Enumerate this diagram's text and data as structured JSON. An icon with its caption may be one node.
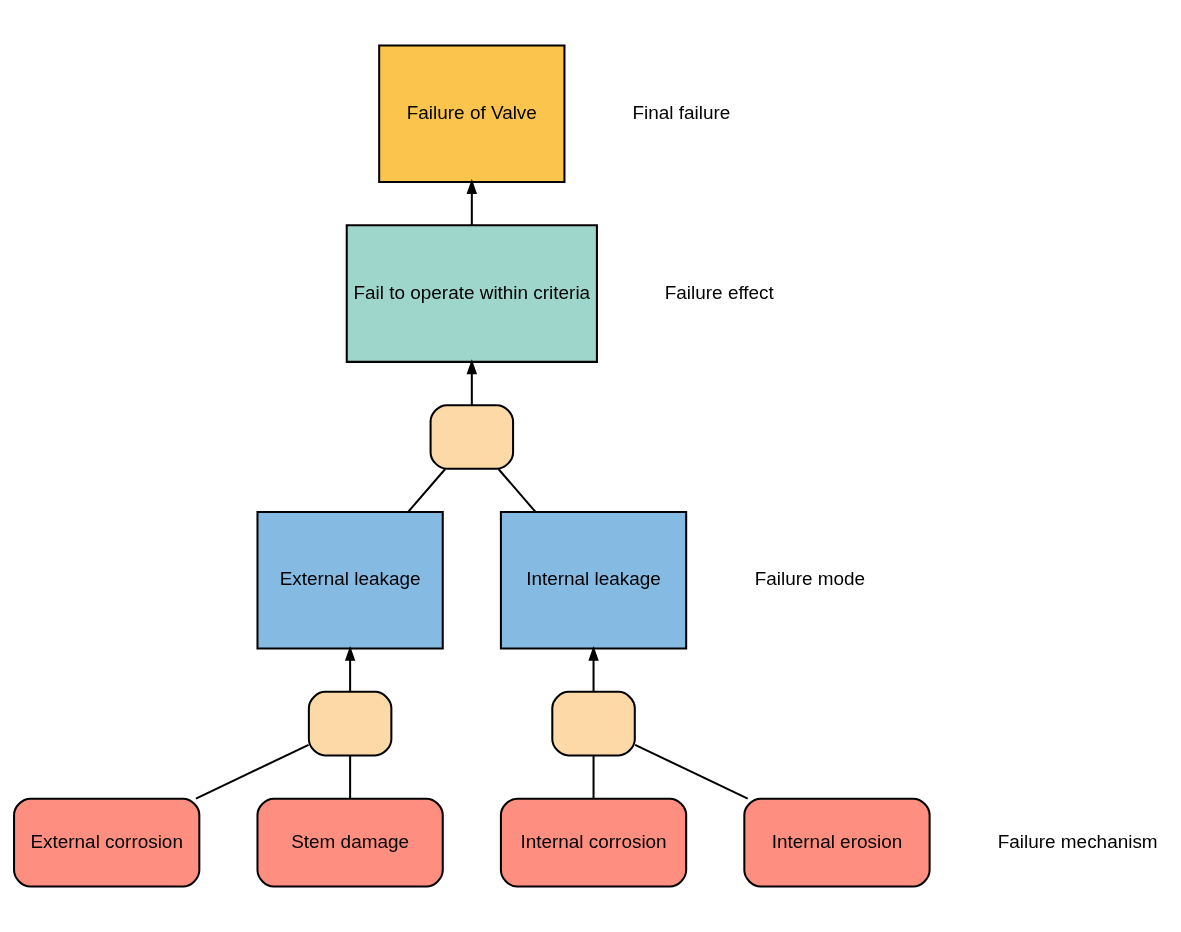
{
  "diagram": {
    "nodes": [
      {
        "text": [
          "Failure of Valve"
        ]
      },
      {
        "text": [
          "Fail to operate within criteria"
        ]
      },
      {
        "text": [],
        "shape": "gate"
      },
      {
        "text": [
          "External leakage"
        ]
      },
      {
        "text": [
          "Internal leakage"
        ]
      },
      {
        "text": [],
        "shape": "gate"
      },
      {
        "text": [],
        "shape": "gate"
      },
      {
        "text": [
          "External corrosion"
        ]
      },
      {
        "text": [
          "Stem damage"
        ]
      },
      {
        "text": [
          "Internal corrosion"
        ]
      },
      {
        "text": [
          "Internal erosion"
        ]
      }
    ],
    "edges": [
      {
        "from": 1,
        "to": 0,
        "arrow": "to"
      },
      {
        "from": 2,
        "to": 1,
        "arrow": "to"
      },
      {
        "from": 3,
        "to": 2,
        "arrow": "none"
      },
      {
        "from": 4,
        "to": 2,
        "arrow": "none"
      },
      {
        "from": 5,
        "to": 3,
        "arrow": "to"
      },
      {
        "from": 6,
        "to": 4,
        "arrow": "to"
      },
      {
        "from": 7,
        "to": 5,
        "arrow": "none"
      },
      {
        "from": 8,
        "to": 5,
        "arrow": "none"
      },
      {
        "from": 9,
        "to": 6,
        "arrow": "none"
      },
      {
        "from": 10,
        "to": 6,
        "arrow": "none"
      }
    ],
    "labels": [
      "Final failure",
      "Failure effect",
      "Failure mode",
      "Failure mechanism"
    ]
  }
}
